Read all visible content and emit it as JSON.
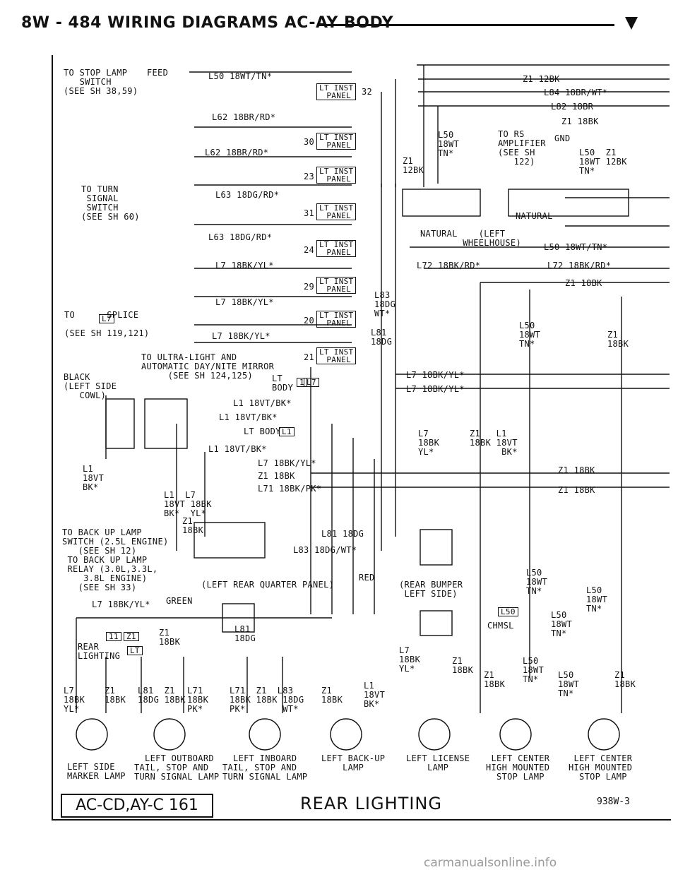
{
  "header": {
    "page_title": "8W - 484  WIRING DIAGRAMS AC-AY BODY"
  },
  "labels": {
    "stop_switch": "TO STOP LAMP\n   SWITCH\n(SEE SH 38,59)",
    "feed": "FEED",
    "turn_signal": "TO TURN\n SIGNAL\n SWITCH\n(SEE SH 60)",
    "splice": "TO      SPLICE\n\n(SEE SH 119,121)",
    "ultralight": "TO ULTRA-LIGHT AND\nAUTOMATIC DAY/NITE MIRROR\n     (SEE SH 124,125)",
    "black_cowl": "BLACK\n(LEFT SIDE\n   COWL)",
    "backup": "TO BACK UP LAMP\nSWITCH (2.5L ENGINE)\n   (SEE SH 12)\n TO BACK UP LAMP\n RELAY (3.0L,3.3L,\n    3.8L ENGINE)\n   (SEE SH 33)",
    "quarter_panel": "(LEFT REAR QUARTER PANEL)",
    "rear_bumper": "(REAR BUMPER\n LEFT SIDE)",
    "rear_lighting": "REAR\nLIGHTING",
    "amp": "TO RS\nAMPLIFIER\n(SEE SH\n   122)",
    "gnd": "GND",
    "natural_wheelhouse": "NATURAL    (LEFT\n        WHEELHOUSE)",
    "natural": "NATURAL",
    "lt_body": "LT BODY",
    "lt_body2": "LT\nBODY",
    "chmsl": "CHMSL",
    "red": "RED",
    "green": "GREEN"
  },
  "panel_tags": {
    "lt_inst_panel": "LT INST\n PANEL",
    "conn_32": "32",
    "conn_30": "30",
    "conn_23": "23",
    "conn_31": "31",
    "conn_24": "24",
    "conn_29": "29",
    "conn_20": "20",
    "conn_21": "21",
    "l7_tag": "L7",
    "z1_tag": "Z1",
    "l1_tag": "L1",
    "l50_tag": "L50",
    "one_tag": "1",
    "eleven_tag": "11",
    "lt_tag": "LT"
  },
  "wires": {
    "w1": "L50 18WT/TN*",
    "w2": "Z1 12BK",
    "w3": "L84 18BR/WT*",
    "w4": "L82 18BR",
    "w5": "L62 18BR/RD*",
    "w6": "Z1 18BK",
    "w7": "L62 18BR/RD*",
    "w8": "L63 18DG/RD*",
    "w9": "L63 18DG/RD*",
    "w10": "L7 18BK/YL*",
    "w11": "L72 18BK/RD*",
    "w12": "L72 18BK/RD*",
    "w13": "L7 18BK/YL*",
    "w14": "L7 18BK/YL*",
    "w15": "L1 18VT/BK*",
    "w16": "L1 18VT/BK*",
    "w17": "L1 18VT/BK*",
    "w18": "L7 18BK/YL*",
    "w19": "Z1 18BK",
    "w20": "L71 18BK/PK*",
    "w21": "L81 18DG",
    "w22": "L83 18DG/WT*",
    "w23": "L7 18BK/YL*",
    "w24": "L7 18BK/YL*",
    "w25": "Z1 18BK",
    "w26": "Z1 18BK",
    "w27": "Z1 18BK",
    "w28": "L50 18WT/TN*",
    "w29": "L7 18BK/YL*"
  },
  "vertical_tags": {
    "v1": "L50\n18WT\nTN*",
    "v2": "Z1\n12BK",
    "v3": "L50  Z1\n18WT 12BK\nTN*",
    "v4": "L83\n18DG\nWT*",
    "v5": "L81\n18DG",
    "v6": "L50\n18WT\nTN*",
    "v7": "Z1\n18BK",
    "v8": "L7\n18BK\nYL*",
    "v9": "Z1   L1\n18BK 18VT\n      BK*",
    "v10": "L1\n18VT\nBK*",
    "v11": "L1  L7\n18VT 18BK\nBK*  YL*",
    "v12": "Z1\n18BK",
    "v13": "L50\n18WT\nTN*",
    "v14": "L50\n18WT\nTN*",
    "v15": "L50\n18WT\nTN*",
    "v16": "Z1\n18BK",
    "v17": "L81\n18DG",
    "v18": "L7\n18BK\nYL*",
    "v19": "Z1\n18BK",
    "v20": "L50\n18WT\nTN*",
    "v21": "Z1\n18BK",
    "v22": "L50\n18WT\nTN*",
    "v23": "Z1\n18BK"
  },
  "bottom_wires": {
    "b1": "L7\n18BK\nYL*",
    "b2": "Z1\n18BK",
    "b3": "L81  Z1\n18DG 18BK",
    "b4": "L71\n18BK\nPK*",
    "b5": "L71  Z1  L83\n18BK 18BK 18DG\nPK*       WT*",
    "b6": "Z1\n18BK",
    "b7": "L1\n18VT\nBK*"
  },
  "lamps": [
    {
      "key": "left_side_marker",
      "label": "LEFT SIDE\nMARKER LAMP"
    },
    {
      "key": "left_outboard",
      "label": "  LEFT OUTBOARD\nTAIL, STOP AND\nTURN SIGNAL LAMP"
    },
    {
      "key": "left_inboard",
      "label": "  LEFT INBOARD\nTAIL, STOP AND\nTURN SIGNAL LAMP"
    },
    {
      "key": "left_backup",
      "label": "LEFT BACK-UP\n    LAMP"
    },
    {
      "key": "left_license",
      "label": "LEFT LICENSE\n    LAMP"
    },
    {
      "key": "left_center_chmsl_1",
      "label": " LEFT CENTER\nHIGH MOUNTED\n  STOP LAMP"
    },
    {
      "key": "left_center_chmsl_2",
      "label": " LEFT CENTER\nHIGH MOUNTED\n  STOP LAMP"
    }
  ],
  "footer": {
    "code": "AC-CD,AY-C 161",
    "title": "REAR LIGHTING",
    "number": "938W-3"
  },
  "watermark": "carmanualsonline.info"
}
